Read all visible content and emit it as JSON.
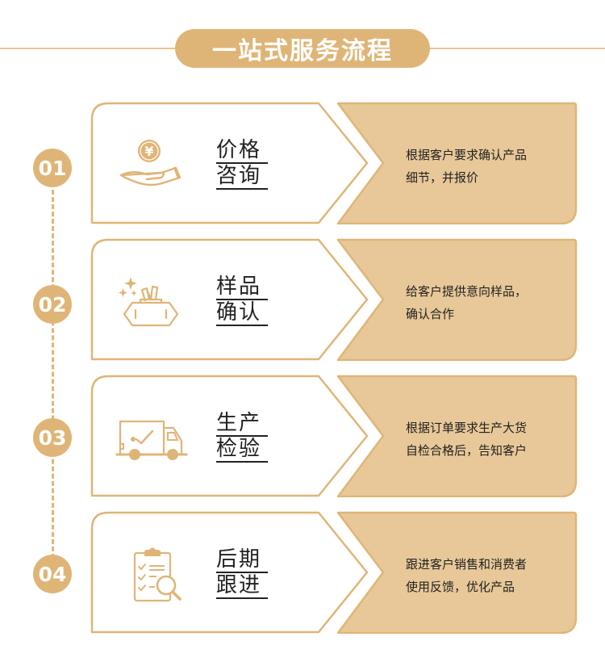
{
  "header": {
    "title": "一站式服务流程"
  },
  "colors": {
    "accent": "#dfb577",
    "card_fill": "#e8c898",
    "card_border": "#dfb577",
    "text": "#222222"
  },
  "steps": [
    {
      "number": "01",
      "icon": "hand-yen-coin-icon",
      "title_lines": [
        "价格",
        "咨询"
      ],
      "desc_lines": [
        "根据客户要求确认产品",
        "细节，并报价"
      ]
    },
    {
      "number": "02",
      "icon": "wet-wipes-sparkle-icon",
      "title_lines": [
        "样品",
        "确认"
      ],
      "desc_lines": [
        "给客户提供意向样品，",
        "确认合作"
      ]
    },
    {
      "number": "03",
      "icon": "truck-check-icon",
      "title_lines": [
        "生产",
        "检验"
      ],
      "desc_lines": [
        "根据订单要求生产大货",
        "自检合格后，告知客户"
      ]
    },
    {
      "number": "04",
      "icon": "clipboard-magnifier-icon",
      "title_lines": [
        "后期",
        "跟进"
      ],
      "desc_lines": [
        "跟进客户销售和消费者",
        "使用反馈，优化产品"
      ]
    }
  ]
}
